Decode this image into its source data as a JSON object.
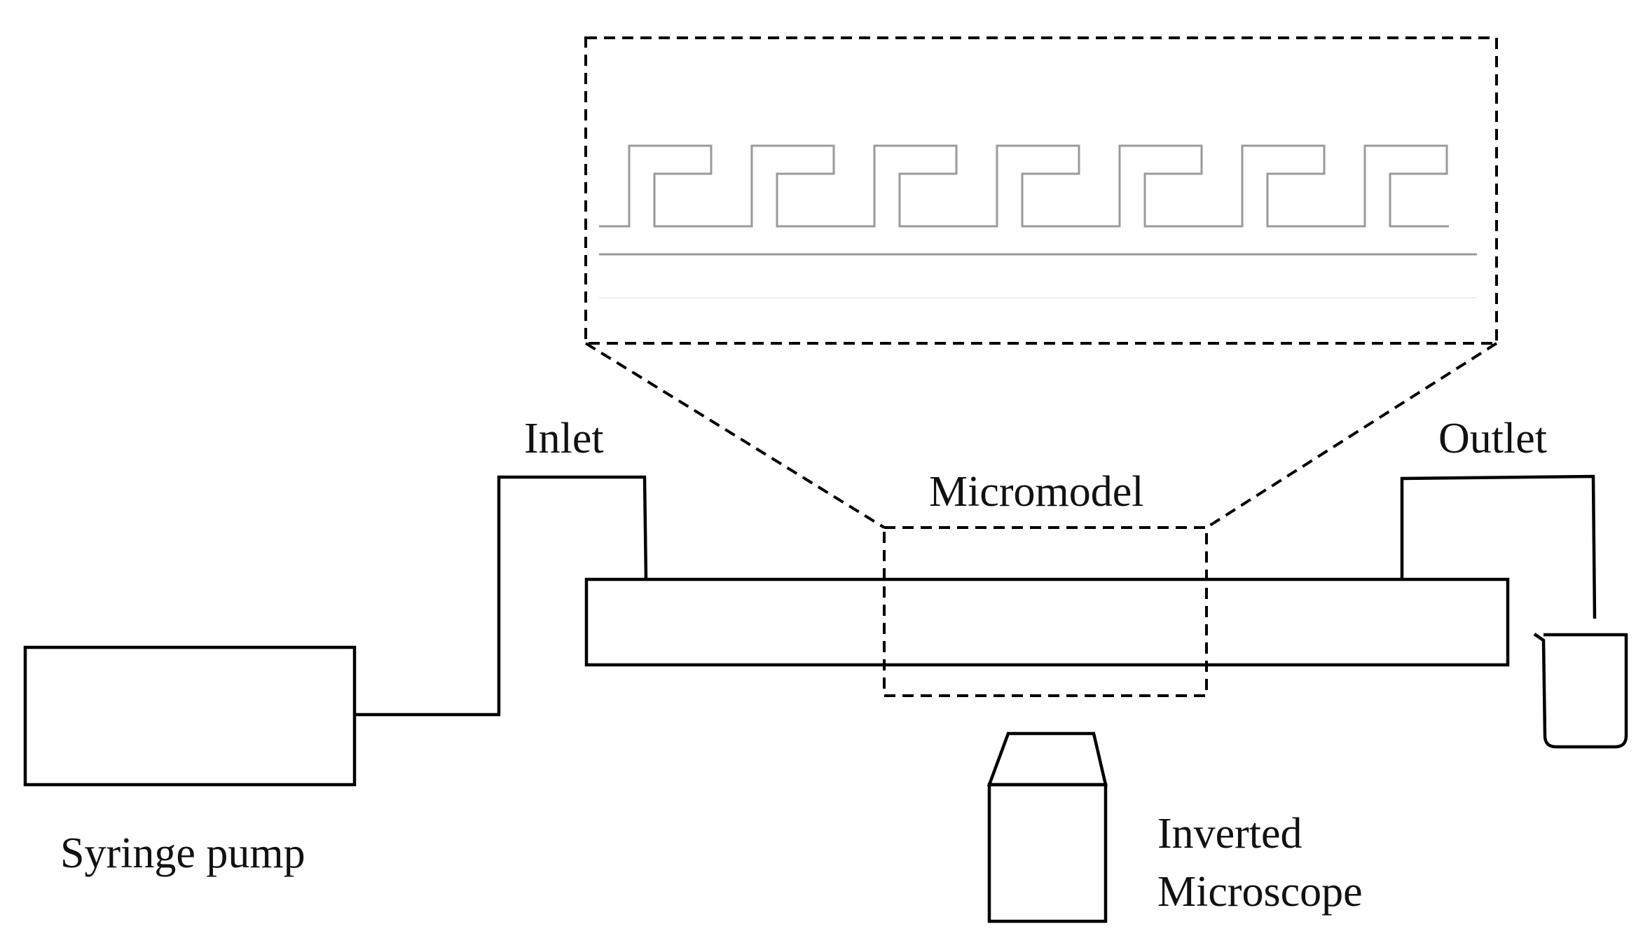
{
  "labels": {
    "inlet": "Inlet",
    "outlet": "Outlet",
    "micromodel": "Micromodel",
    "syringe_pump": "Syringe pump",
    "microscope_line1": "Inverted",
    "microscope_line2": "Microscope"
  },
  "components": [
    {
      "name": "syringe-pump",
      "icon": "rectangle-box"
    },
    {
      "name": "inlet-tube",
      "icon": "stepped-line"
    },
    {
      "name": "micromodel-slide",
      "icon": "rectangle-box"
    },
    {
      "name": "observation-window",
      "icon": "dashed-rectangle"
    },
    {
      "name": "zoom-inset",
      "icon": "dashed-rectangle"
    },
    {
      "name": "serpentine-channel",
      "icon": "meander-line"
    },
    {
      "name": "outlet-tube",
      "icon": "stepped-line"
    },
    {
      "name": "collection-beaker",
      "icon": "beaker-icon"
    },
    {
      "name": "inverted-microscope",
      "icon": "microscope-icon"
    }
  ],
  "channel": {
    "meander_count": 7
  },
  "colors": {
    "line": "#000000",
    "channel": "#9a9a9a",
    "text": "#111111",
    "background": "#ffffff"
  }
}
